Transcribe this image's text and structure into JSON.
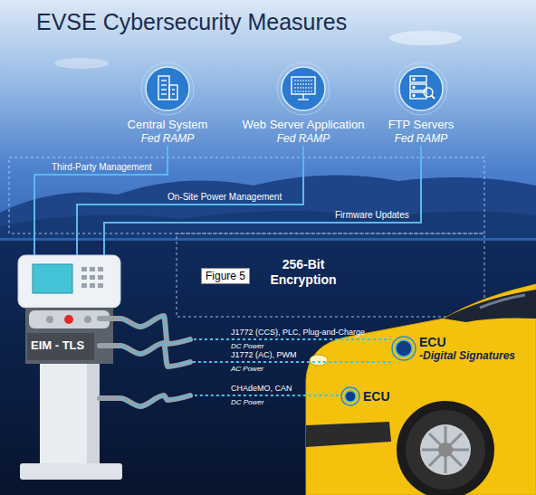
{
  "diagram": {
    "title": "EVSE Cybersecurity Measures",
    "nodes": [
      {
        "text": [
          "Central System",
          "Fed RAMP"
        ]
      },
      {
        "text": [
          "Web Server Application",
          "Fed RAMP"
        ]
      },
      {
        "text": [
          "FTP Servers",
          "Fed RAMP"
        ]
      },
      {
        "text": [
          "EIM - TLS"
        ]
      },
      {
        "text": [
          "ECU",
          "-Digital Signatures"
        ]
      },
      {
        "text": [
          "ECU"
        ]
      }
    ],
    "edges": [
      {
        "from": 0,
        "to": 3,
        "label": "Third-Party Management",
        "arrow": "none"
      },
      {
        "from": 1,
        "to": 3,
        "label": "On-Site Power Management",
        "arrow": "none"
      },
      {
        "from": 2,
        "to": 3,
        "label": "Firmware Updates",
        "arrow": "none"
      },
      {
        "from": 3,
        "to": 4,
        "label": "J1772 (CCS), PLC, Plug-and-Charge",
        "arrow": "none"
      },
      {
        "from": 3,
        "to": 4,
        "label": "J1772 (AC), PWM",
        "arrow": "none"
      },
      {
        "from": 3,
        "to": 5,
        "label": "CHAdeMO, CAN",
        "arrow": "none"
      }
    ],
    "labels": [
      "256-Bit Encryption",
      "Figure 5",
      "DC Power",
      "AC Power",
      "DC Power"
    ]
  }
}
